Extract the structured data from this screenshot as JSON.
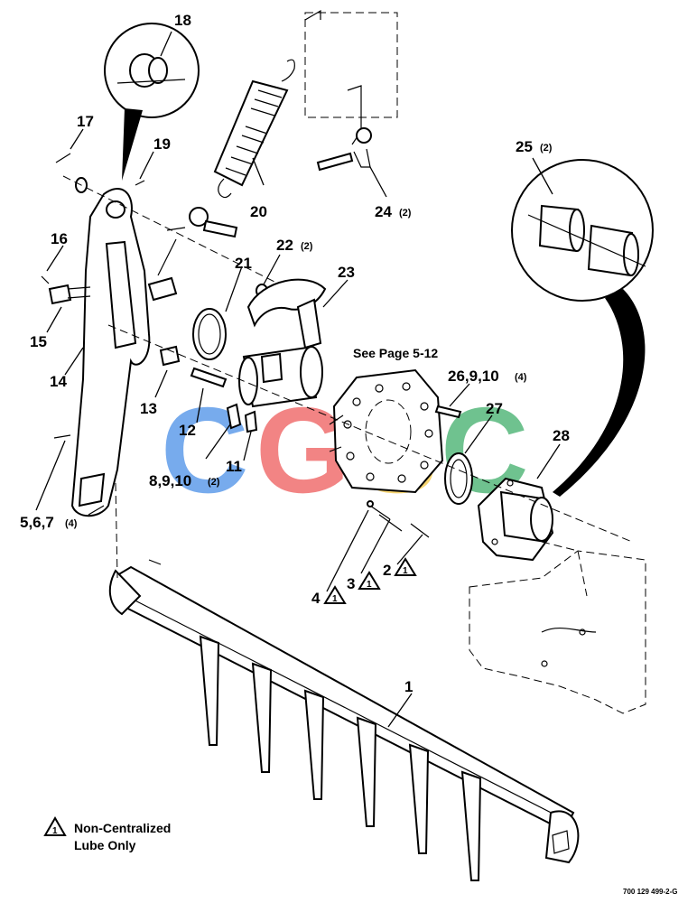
{
  "callouts": {
    "c1": "1",
    "c2": "2",
    "c3": "3",
    "c4": "4",
    "c5": "5,6,7",
    "c5q": "(4)",
    "c8": "8,9,10",
    "c8q": "(2)",
    "c11": "11",
    "c12": "12",
    "c13": "13",
    "c14": "14",
    "c15": "15",
    "c16": "16",
    "c17": "17",
    "c18": "18",
    "c19": "19",
    "c20": "20",
    "c21": "21",
    "c22": "22",
    "c22q": "(2)",
    "c23": "23",
    "c24": "24",
    "c24q": "(2)",
    "c25": "25",
    "c25q": "(2)",
    "c26": "26,9,10",
    "c26q": "(4)",
    "c27": "27",
    "c28": "28"
  },
  "reference": "See Page 5-12",
  "legend": {
    "symbol": "1",
    "line1": "Non-Centralized",
    "line2": "Lube Only"
  },
  "drawing_number": "700 129 499-2-G",
  "watermark": {
    "letters": [
      "C",
      "G",
      "S",
      "C"
    ],
    "colors": [
      "#4a8fe7",
      "#ee5b5b",
      "#f5c842",
      "#3fae6a"
    ]
  }
}
